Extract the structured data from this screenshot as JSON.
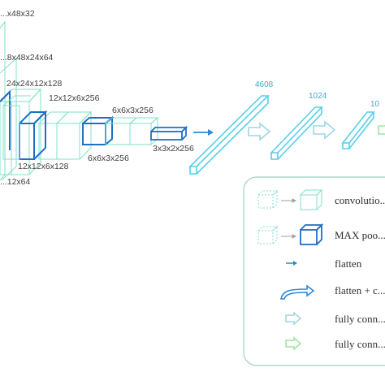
{
  "layer_labels": {
    "d1": "...x48x32",
    "d2": "...8x48x24x64",
    "d3": "24x24x12x128",
    "d4": "12x12x6x256",
    "d5": "6x6x3x256",
    "d6": "12x12x6x128",
    "d7": "6x6x3x256",
    "d8": "3x3x2x256",
    "d9": "...12x64"
  },
  "dense_sizes": {
    "fc1": "4608",
    "fc2": "1024",
    "fc3": "10"
  },
  "legend": {
    "items": [
      {
        "label": "convolutio...",
        "icon": "convolution-icon"
      },
      {
        "label": "MAX poo...",
        "icon": "max-pool-icon"
      },
      {
        "label": "flatten",
        "icon": "flatten-arrow-icon"
      },
      {
        "label": "flatten + c...",
        "icon": "flatten-curve-icon"
      },
      {
        "label": "fully conn...",
        "icon": "fc-arrow-icon"
      },
      {
        "label": "fully conn...",
        "icon": "fc-arrow-green-icon"
      }
    ]
  },
  "colors": {
    "cube_light": "#7fe0c8",
    "cube_pool": "#1f6fc8",
    "flatten_blue": "#2a88d8",
    "dense": "#56cfe6",
    "fc_arrow": "#9fd6e4",
    "fc_green": "#9fe3a0",
    "legend_border": "#9fd0bf",
    "text": "#3f3f3f"
  }
}
